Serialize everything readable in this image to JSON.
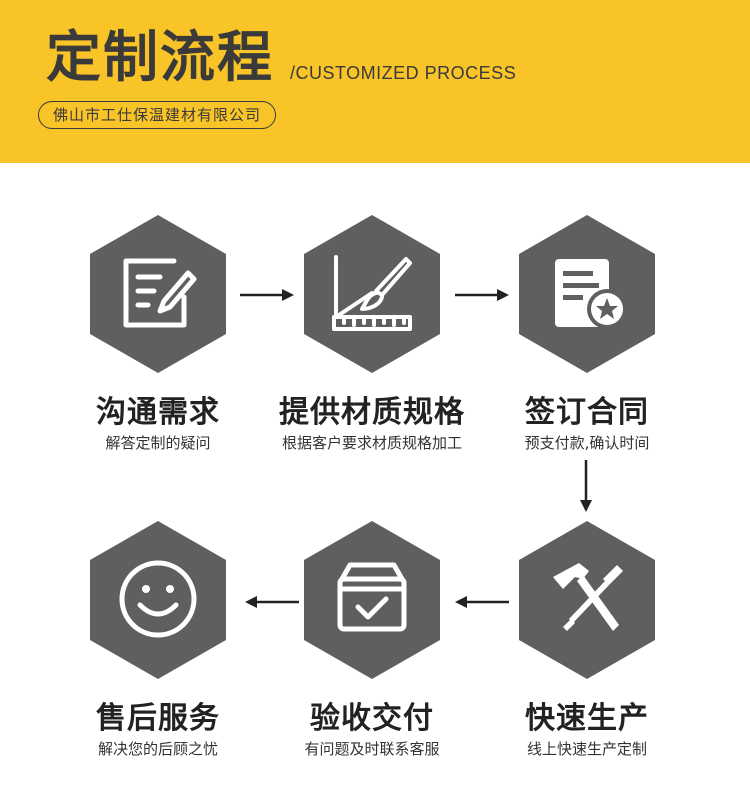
{
  "header": {
    "title": "定制流程",
    "subtitle": "/CUSTOMIZED PROCESS",
    "company": "佛山市工仕保温建材有限公司"
  },
  "colors": {
    "header_bg": "#f9c428",
    "hex_fill": "#5f5f5f",
    "icon_stroke": "#ffffff",
    "text_dark": "#222222"
  },
  "steps": [
    {
      "title": "沟通需求",
      "desc": "解答定制的疑问",
      "icon": "edit-document-icon"
    },
    {
      "title": "提供材质规格",
      "desc": "根据客户要求材质规格加工",
      "icon": "ruler-brush-icon"
    },
    {
      "title": "签订合同",
      "desc": "预支付款,确认时间",
      "icon": "contract-star-icon"
    },
    {
      "title": "快速生产",
      "desc": "线上快速生产定制",
      "icon": "hammer-screwdriver-icon"
    },
    {
      "title": "验收交付",
      "desc": "有问题及时联系客服",
      "icon": "box-check-icon"
    },
    {
      "title": "售后服务",
      "desc": "解决您的后顾之忧",
      "icon": "smiley-face-icon"
    }
  ]
}
